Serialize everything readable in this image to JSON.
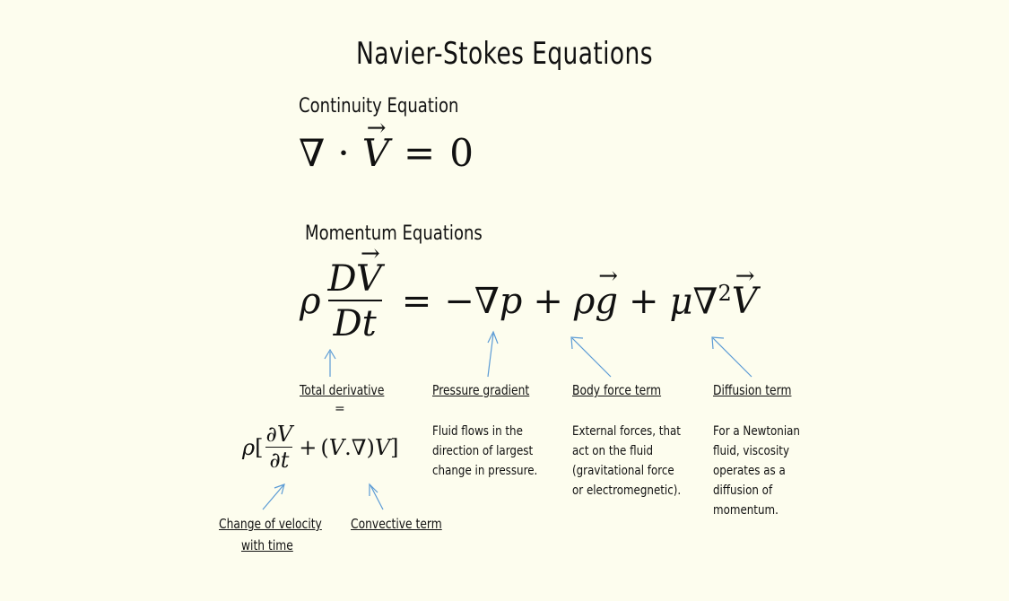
{
  "title": "Navier-Stokes Equations",
  "continuity": {
    "heading": "Continuity Equation",
    "equation_text": "∇ · V⃗ = 0"
  },
  "momentum": {
    "heading": "Momentum Equations",
    "equation_text": "ρ DV⃗/Dt = −∇p + ρg⃗ + μ∇²V⃗"
  },
  "terms": {
    "total_derivative": {
      "label": "Total derivative",
      "equals": "="
    },
    "pressure_gradient": {
      "label": "Pressure gradient",
      "lines": [
        "Fluid flows in the",
        "direction of largest",
        "change in pressure."
      ]
    },
    "body_force": {
      "label": "Body force term",
      "lines": [
        "External forces, that",
        "act on the fluid",
        "(gravitational force",
        "or electromegnetic)."
      ]
    },
    "diffusion": {
      "label": "Diffusion term",
      "lines": [
        "For a Newtonian",
        "fluid, viscosity",
        "operates as a",
        "diffusion of",
        "momentum."
      ]
    }
  },
  "expansion": {
    "equation_text": "ρ[∂V/∂t + (V.∇)V]",
    "change_of_velocity": {
      "line1": "Change of velocity",
      "line2": "with time"
    },
    "convective": {
      "label": "Convective term"
    }
  },
  "colors": {
    "background": "#fdfdee",
    "arrow": "#5b9bd5",
    "text": "#111111"
  }
}
